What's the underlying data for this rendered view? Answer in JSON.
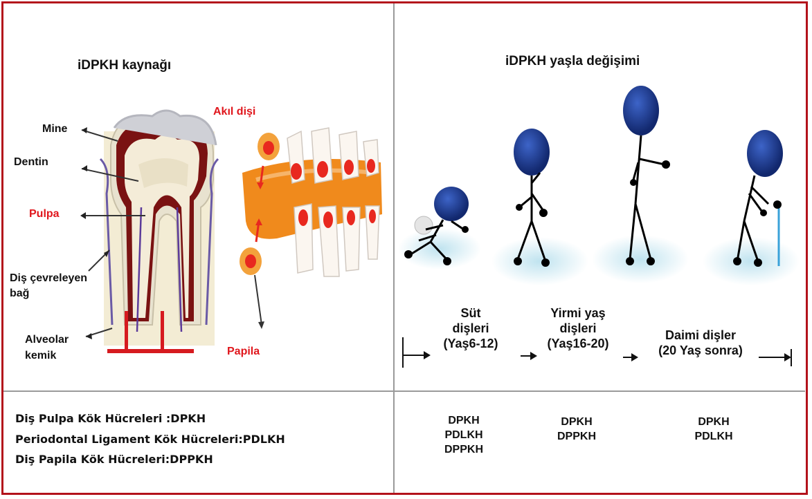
{
  "left_panel": {
    "title": "iDPKH kaynağı",
    "tooth_labels": {
      "mine": "Mine",
      "dentin": "Dentin",
      "pulpa": "Pulpa",
      "dis_cevreleyen_1": "Diş çevreleyen",
      "dis_cevreleyen_2": "bağ",
      "alveolar_1": "Alveolar",
      "alveolar_2": "kemik"
    },
    "jaw_labels": {
      "akil_disi": "Akıl dişi",
      "papila": "Papila"
    }
  },
  "right_panel": {
    "title": "iDPKH yaşla değişimi",
    "stages": [
      {
        "line1": "Süt",
        "line2": "dişleri",
        "line3": "(Yaş6-12)"
      },
      {
        "line1": "Yirmi yaş",
        "line2": "dişleri",
        "line3": "(Yaş16-20)"
      },
      {
        "line1": "Daimi dişler",
        "line2": "(20 Yaş sonra)"
      }
    ]
  },
  "bottom_left": {
    "lines": [
      "Diş Pulpa Kök Hücreleri :DPKH",
      "Periodontal Ligament Kök Hücreleri:PDLKH",
      "Diş Papila Kök Hücreleri:DPPKH"
    ]
  },
  "bottom_right": {
    "columns": [
      [
        "DPKH",
        "PDLKH",
        "DPPKH"
      ],
      [
        "DPKH",
        "DPPKH"
      ],
      [
        "DPKH",
        "PDLKH"
      ]
    ]
  },
  "colors": {
    "border": "#b3121b",
    "red_text": "#e0161c",
    "figure_blue": "#1f3f9e",
    "jaw_orange": "#f08a1c"
  }
}
